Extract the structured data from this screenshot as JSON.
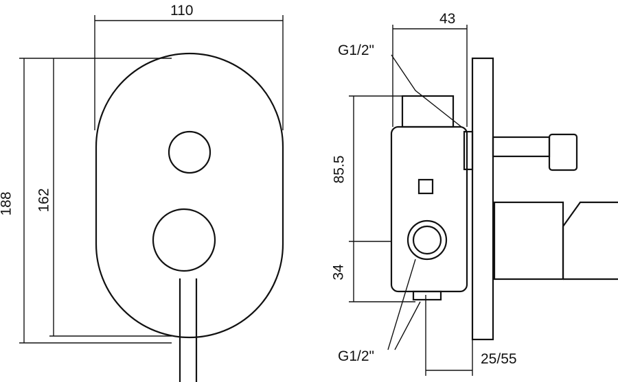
{
  "dimensions": {
    "plate_width": "110",
    "total_height": "188",
    "plate_height": "162",
    "body_depth": "43",
    "top_thread": "G1/2\"",
    "upper_height": "85.5",
    "lower_height": "34",
    "bottom_thread": "G1/2\"",
    "wall_depth": "25/55"
  },
  "colors": {
    "line": "#111111",
    "background": "#ffffff"
  }
}
